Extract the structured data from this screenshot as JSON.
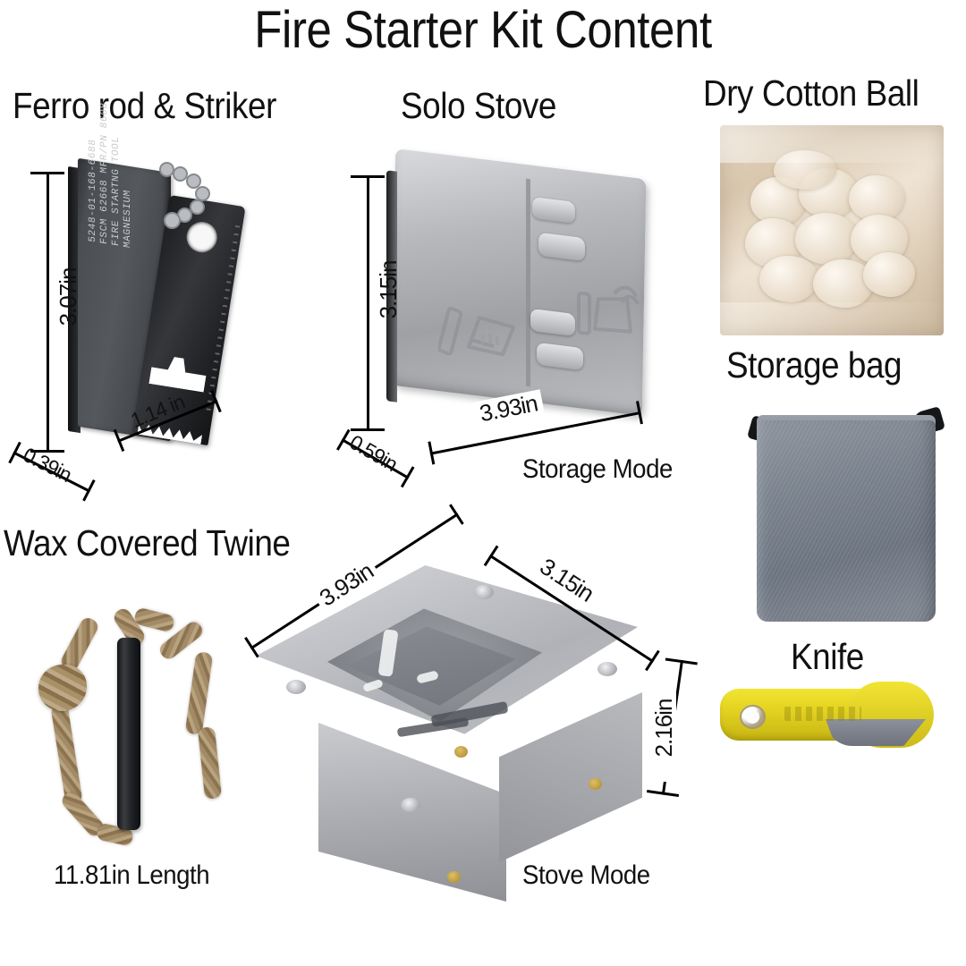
{
  "title": "Fire Starter Kit Content",
  "sections": {
    "ferro": {
      "heading": "Ferro rod & Striker",
      "dim_height": "3.07in",
      "dim_depth": "0.39in",
      "dim_width": "1.14 in",
      "engraving": [
        "5248-01-168-6688",
        "FSCM 62668 MFR/PN 8608",
        "FIRE STARTNG TOOL",
        "MAGNESIUM"
      ]
    },
    "stove_storage": {
      "heading": "Solo Stove",
      "dim_height": "3.15in",
      "dim_width": "3.93in",
      "dim_depth": "0.59in",
      "mode_label": "Storage Mode"
    },
    "cotton": {
      "heading": "Dry Cotton Ball"
    },
    "bag": {
      "heading": "Storage bag"
    },
    "knife": {
      "heading": "Knife"
    },
    "twine": {
      "heading": "Wax Covered Twine",
      "length_label": "11.81in Length"
    },
    "stove_open": {
      "dim_width": "3.93in",
      "dim_depth": "3.15in",
      "dim_height": "2.16in",
      "mode_label": "Stove Mode"
    }
  },
  "colors": {
    "background": "#ffffff",
    "text": "#111111",
    "metal_light": "#d6d8dc",
    "metal_mid": "#a5a7ac",
    "magnesium_dark": "#3c3f43",
    "cotton_beige": "#e3d3be",
    "bag_gray": "#79818c",
    "knife_yellow": "#e3d220",
    "twine_tan": "#a38b67"
  }
}
